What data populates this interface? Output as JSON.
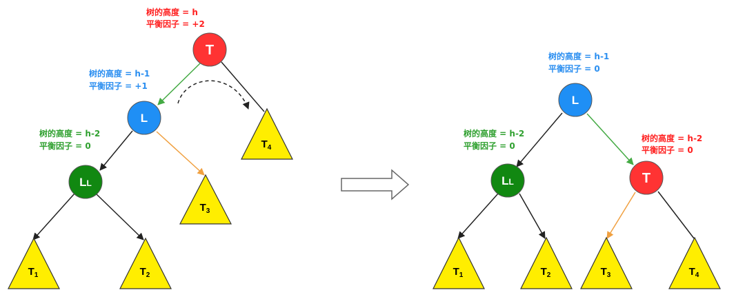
{
  "colors": {
    "red": "#ff3333",
    "blue": "#1f8ff5",
    "green": "#118811",
    "yellow": "#ffee00",
    "edge": "#222222",
    "green_edge": "#44aa44",
    "orange_edge": "#f0a040",
    "ann_red": "#ff2020",
    "ann_blue": "#2a8ef0",
    "ann_green": "#2fa02f"
  },
  "left": {
    "nodes": {
      "T": "T",
      "L": "L",
      "LL_main": "L",
      "LL_sub": "L"
    },
    "subtrees": {
      "T1": {
        "main": "T",
        "sub": "1"
      },
      "T2": {
        "main": "T",
        "sub": "2"
      },
      "T3": {
        "main": "T",
        "sub": "3"
      },
      "T4": {
        "main": "T",
        "sub": "4"
      }
    },
    "annotations": {
      "T": {
        "height": "树的高度 = h",
        "balance": "平衡因子 = +2"
      },
      "L": {
        "height": "树的高度 = h-1",
        "balance": "平衡因子 = +1"
      },
      "LL": {
        "height": "树的高度 = h-2",
        "balance": "平衡因子 = 0"
      }
    }
  },
  "right": {
    "nodes": {
      "L": "L",
      "T": "T",
      "LL_main": "L",
      "LL_sub": "L"
    },
    "subtrees": {
      "T1": {
        "main": "T",
        "sub": "1"
      },
      "T2": {
        "main": "T",
        "sub": "2"
      },
      "T3": {
        "main": "T",
        "sub": "3"
      },
      "T4": {
        "main": "T",
        "sub": "4"
      }
    },
    "annotations": {
      "L": {
        "height": "树的高度 = h-1",
        "balance": "平衡因子 = 0"
      },
      "LL": {
        "height": "树的高度 = h-2",
        "balance": "平衡因子 = 0"
      },
      "T": {
        "height": "树的高度 = h-2",
        "balance": "平衡因子 = 0"
      }
    }
  }
}
